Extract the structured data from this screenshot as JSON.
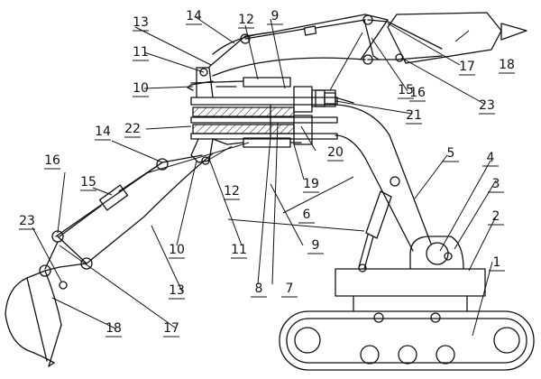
{
  "ink_color": "#111111",
  "background": "#ffffff",
  "labels": {
    "L1": "1",
    "L2": "2",
    "L3": "3",
    "L4": "4",
    "L5": "5",
    "L6": "6",
    "L7": "7",
    "L8": "8",
    "L9a": "9",
    "L9b": "9",
    "L10a": "10",
    "L10b": "10",
    "L11a": "11",
    "L11b": "11",
    "L12a": "12",
    "L12b": "12",
    "L13a": "13",
    "L13b": "13",
    "L14a": "14",
    "L14b": "14",
    "L15a": "15",
    "L15b": "15",
    "L16a": "16",
    "L16b": "16",
    "L17a": "17",
    "L17b": "17",
    "L18a": "18",
    "L18b": "18",
    "L19": "19",
    "L20": "20",
    "L21": "21",
    "L22": "22",
    "L23a": "23",
    "L23b": "23"
  }
}
